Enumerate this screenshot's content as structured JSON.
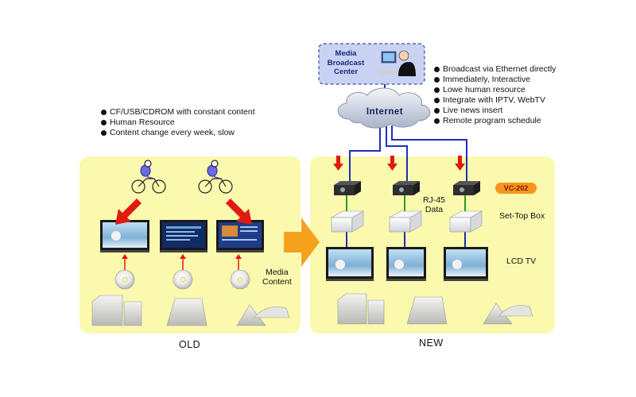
{
  "center": {
    "line1": "Media",
    "line2": "Broadcast",
    "line3": "Center"
  },
  "internet_label": "Internet",
  "new_features": [
    "Broadcast via Ethernet directly",
    "Immediately, Interactive",
    "Lowe human resource",
    "Integrate with IPTV, WebTV",
    "Live news insert",
    "Remote program schedule"
  ],
  "old_features": [
    "CF/USB/CDROM with constant content",
    "Human Resource",
    "Content change every week, slow"
  ],
  "labels": {
    "media_content_1": "Media",
    "media_content_2": "Content",
    "rj45_1": "RJ-45",
    "rj45_2": "Data",
    "set_top_box": "Set-Top Box",
    "lcd_tv": "LCD TV",
    "vc_badge": "VC-202"
  },
  "captions": {
    "old": "OLD",
    "new": "NEW"
  },
  "colors": {
    "panel": "#fbf9ae",
    "link_blue": "#1c2fb8",
    "link_green": "#2a9a2a",
    "arrow_red": "#e01a10",
    "big_arrow": "#f6a21c",
    "badge": "#f7941d",
    "center_box": "#c9d2f2"
  }
}
